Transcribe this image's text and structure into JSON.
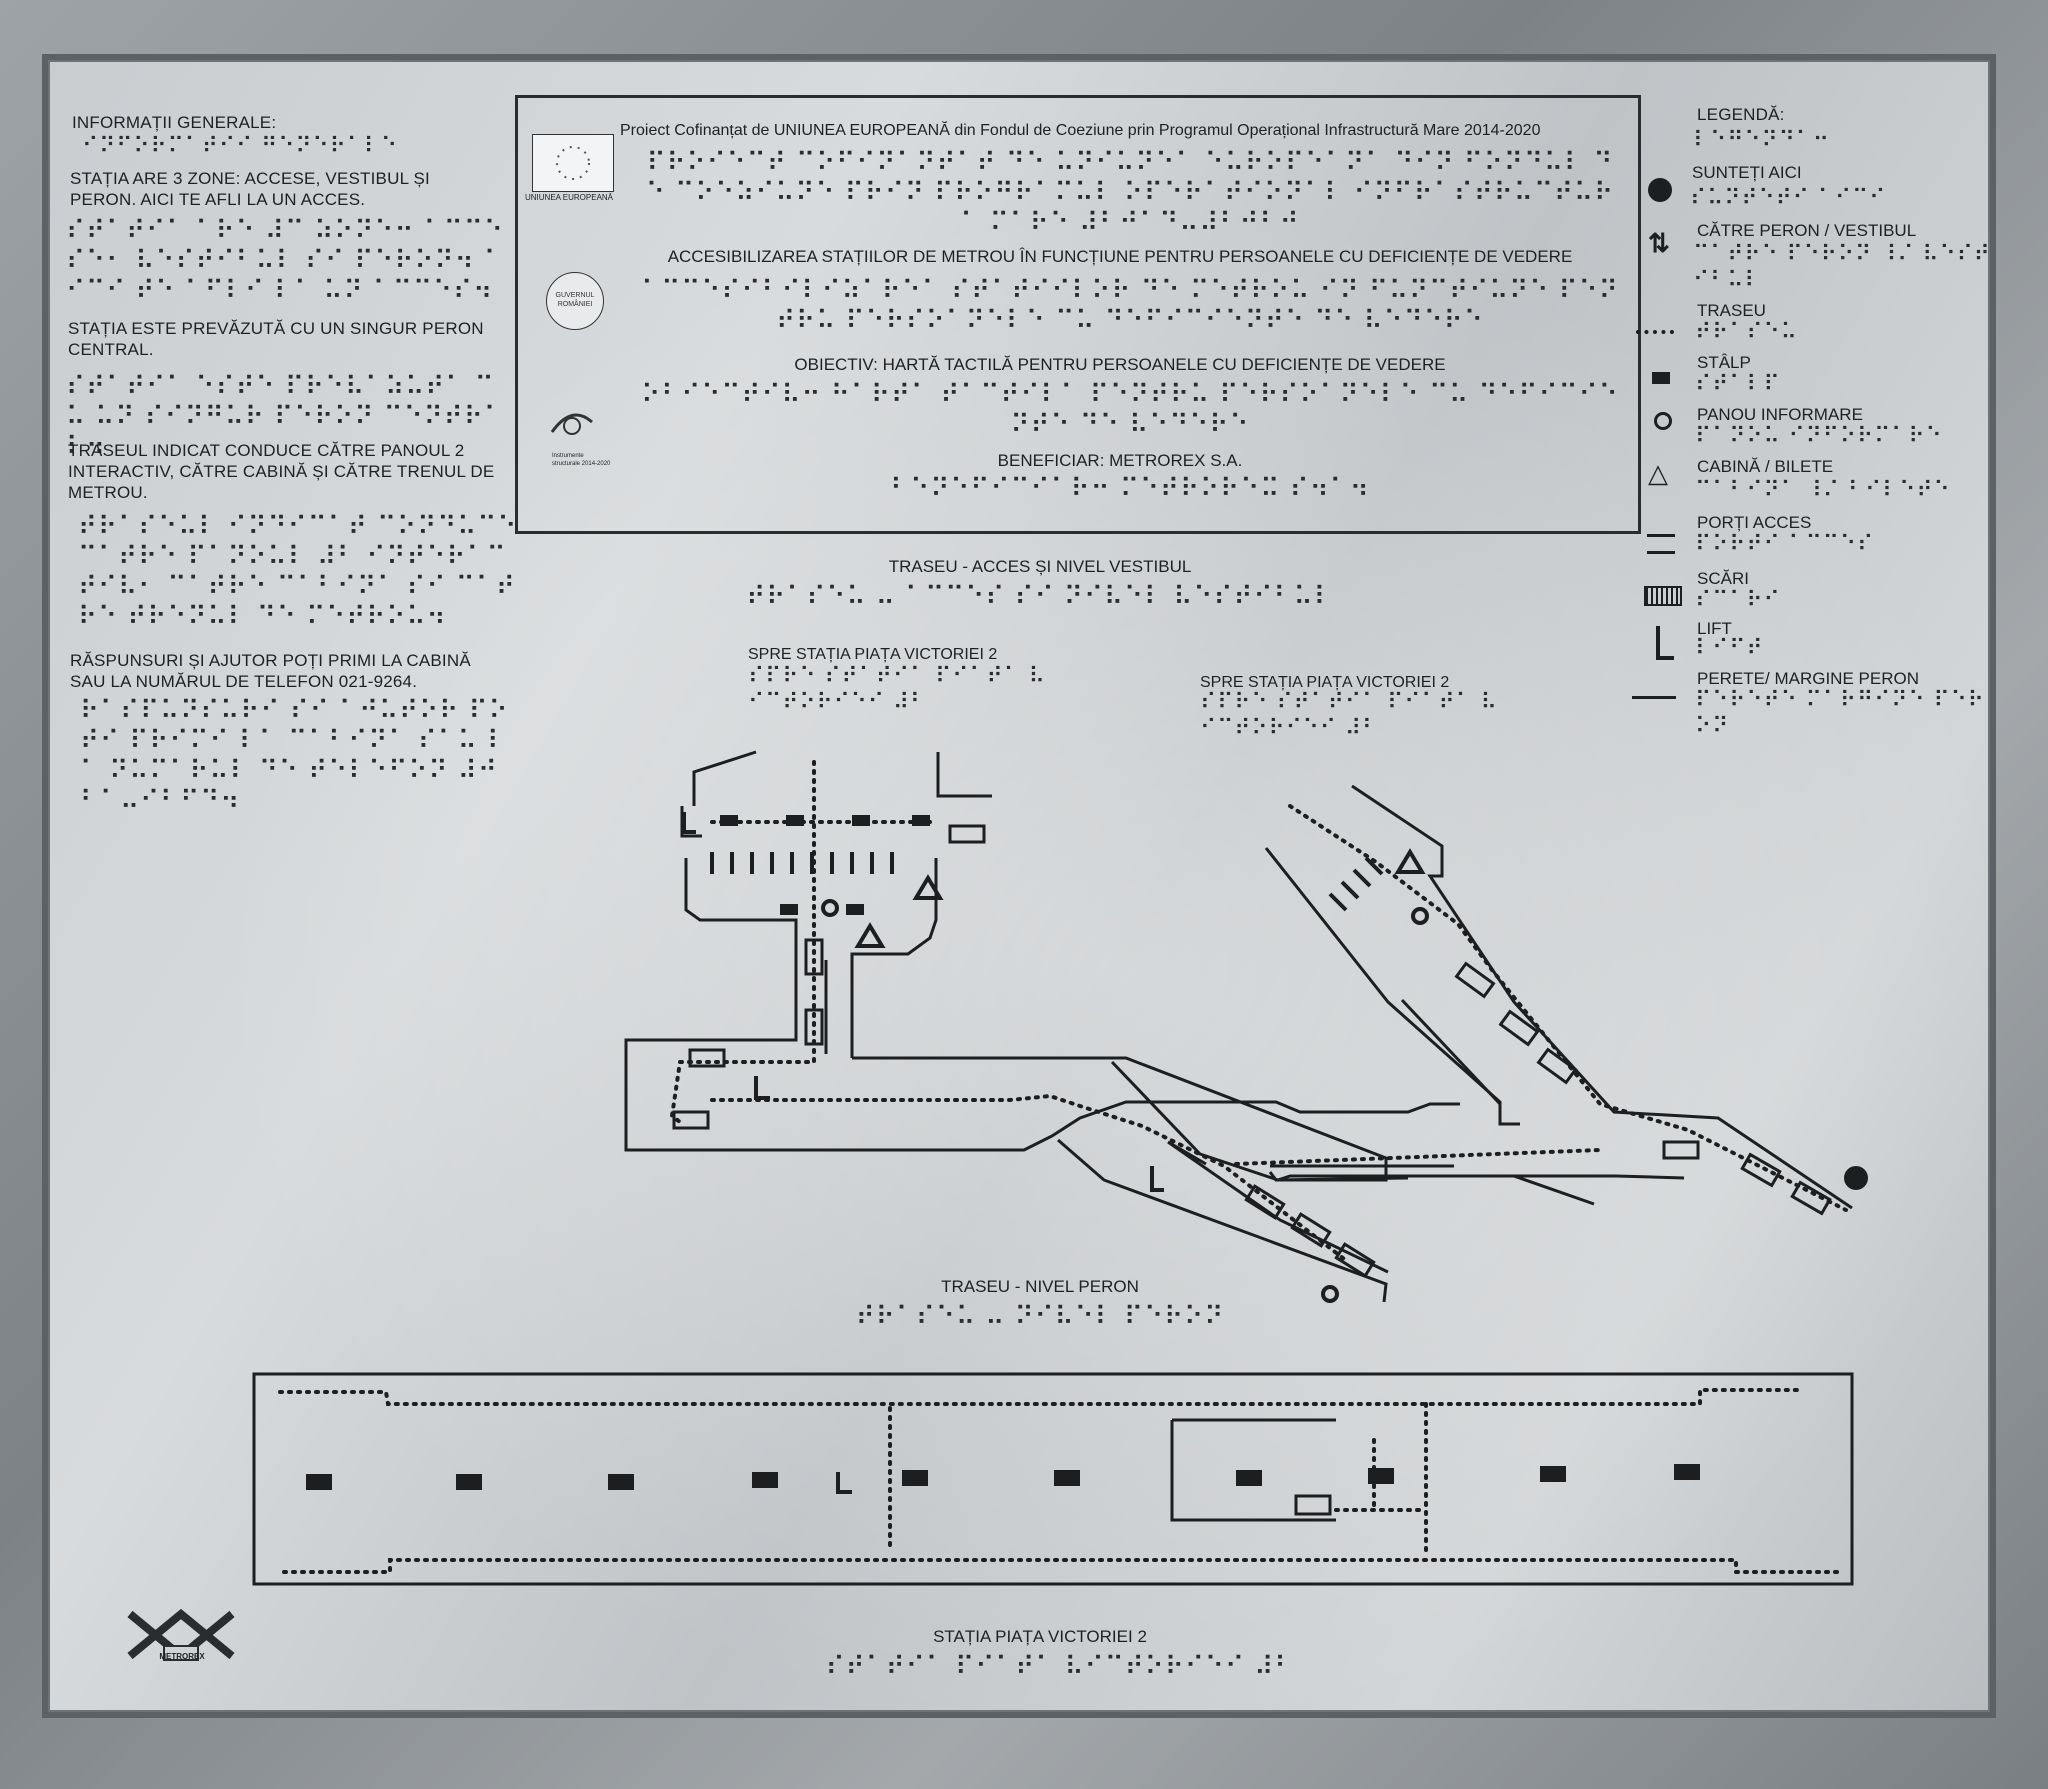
{
  "general": {
    "heading": "INFORMAȚII GENERALE:",
    "braille_heading": "⠊⠝⠋⠕⠗⠍⠁⠞⠊⠊ ⠛⠑⠝⠑⠗⠁⠇⠑",
    "p1": "STAȚIA ARE 3 ZONE: ACCESE, VESTIBUL ȘI PERON. AICI TE AFLI LA UN ACCES.",
    "p1_braille": "⠎⠞⠁⠞⠊⠁ ⠁⠗⠑ ⠼⠉ ⠵⠕⠝⠑⠒ ⠁⠉⠉⠑⠎⠑⠂ ⠧⠑⠎⠞⠊⠃⠥⠇ ⠎⠊ ⠏⠑⠗⠕⠝⠲ ⠁⠊⠉⠊ ⠞⠑ ⠁⠋⠇⠊ ⠇⠁ ⠥⠝ ⠁⠉⠉⠑⠎⠲",
    "p2": "STAȚIA ESTE PREVĂZUTĂ CU UN SINGUR PERON CENTRAL.",
    "p2_braille": "⠎⠞⠁⠞⠊⠁ ⠑⠎⠞⠑ ⠏⠗⠑⠧⠁⠵⠥⠞⠁ ⠉⠥ ⠥⠝ ⠎⠊⠝⠛⠥⠗ ⠏⠑⠗⠕⠝ ⠉⠑⠝⠞⠗⠁⠇⠲",
    "p3": "TRASEUL INDICAT  CONDUCE CĂTRE PANOUL 2 INTERACTIV, CĂTRE CABINĂ  ȘI CĂTRE TRENUL DE METROU.",
    "p3_braille": "⠞⠗⠁⠎⠑⠥⠇ ⠊⠝⠙⠊⠉⠁⠞ ⠉⠕⠝⠙⠥⠉⠑ ⠉⠁⠞⠗⠑ ⠏⠁⠝⠕⠥⠇ ⠼⠃ ⠊⠝⠞⠑⠗⠁⠉⠞⠊⠧⠂ ⠉⠁⠞⠗⠑ ⠉⠁⠃⠊⠝⠁ ⠎⠊ ⠉⠁⠞⠗⠑ ⠞⠗⠑⠝⠥⠇ ⠙⠑ ⠍⠑⠞⠗⠕⠥⠲",
    "p4": "RĂSPUNSURI ȘI AJUTOR POȚI PRIMI LA CABINĂ SAU LA NUMĂRUL DE TELEFON 021-9264.",
    "p4_braille": "⠗⠁⠎⠏⠥⠝⠎⠥⠗⠊ ⠎⠊ ⠁⠚⠥⠞⠕⠗ ⠏⠕⠞⠊ ⠏⠗⠊⠍⠊ ⠇⠁ ⠉⠁⠃⠊⠝⠁ ⠎⠁⠥ ⠇⠁ ⠝⠥⠍⠁⠗⠥⠇ ⠙⠑ ⠞⠑⠇⠑⠋⠕⠝ ⠼⠚⠃⠁⠤⠊⠃⠋⠙⠲"
  },
  "project": {
    "title": "Proiect Cofinanțat de UNIUNEA EUROPEANĂ din Fondul de Coeziune prin Programul Operațional Infrastructură Mare 2014-2020",
    "title_braille": "⠏⠗⠕⠊⠑⠉⠞ ⠉⠕⠋⠊⠝⠁⠝⠞⠁⠞ ⠙⠑ ⠥⠝⠊⠥⠝⠑⠁ ⠑⠥⠗⠕⠏⠑⠁⠝⠁ ⠙⠊⠝ ⠋⠕⠝⠙⠥⠇ ⠙⠑ ⠉⠕⠑⠵⠊⠥⠝⠑ ⠏⠗⠊⠝ ⠏⠗⠕⠛⠗⠁⠍⠥⠇ ⠕⠏⠑⠗⠁⠞⠊⠕⠝⠁⠇ ⠊⠝⠋⠗⠁⠎⠞⠗⠥⠉⠞⠥⠗⠁ ⠍⠁⠗⠑ ⠼⠃⠚⠁⠙⠤⠼⠃⠚⠃⠚",
    "eu_label": "UNIUNEA EUROPEANĂ",
    "gov_label": "GUVERNUL ROMÂNIEI",
    "funds_label": "Instrumente structurale 2014-2020",
    "accessibility": "ACCESIBILIZAREA STAȚIILOR DE METROU ÎN FUNCȚIUNE PENTRU PERSOANELE CU DEFICIENȚE DE VEDERE",
    "accessibility_braille": "⠁⠉⠉⠑⠎⠊⠃⠊⠇⠊⠵⠁⠗⠑⠁ ⠎⠞⠁⠞⠊⠊⠇⠕⠗ ⠙⠑ ⠍⠑⠞⠗⠕⠥ ⠊⠝ ⠋⠥⠝⠉⠞⠊⠥⠝⠑ ⠏⠑⠝⠞⠗⠥ ⠏⠑⠗⠎⠕⠁⠝⠑⠇⠑ ⠉⠥ ⠙⠑⠋⠊⠉⠊⠑⠝⠞⠑ ⠙⠑ ⠧⠑⠙⠑⠗⠑",
    "objective": "OBIECTIV: HARTĂ TACTILĂ PENTRU PERSOANELE CU DEFICIENȚE DE VEDERE",
    "objective_braille": "⠕⠃⠊⠑⠉⠞⠊⠧⠒ ⠓⠁⠗⠞⠁ ⠞⠁⠉⠞⠊⠇⠁ ⠏⠑⠝⠞⠗⠥ ⠏⠑⠗⠎⠕⠁⠝⠑⠇⠑ ⠉⠥ ⠙⠑⠋⠊⠉⠊⠑⠝⠞⠑ ⠙⠑ ⠧⠑⠙⠑⠗⠑",
    "beneficiary": "BENEFICIAR: METROREX S.A.",
    "beneficiary_braille": "⠃⠑⠝⠑⠋⠊⠉⠊⠁⠗⠒ ⠍⠑⠞⠗⠕⠗⠑⠭ ⠎⠲⠁⠲"
  },
  "legend": {
    "heading": "LEGENDĂ:",
    "heading_braille": "⠇⠑⠛⠑⠝⠙⠁⠒",
    "items": [
      {
        "label": "SUNTEȚI AICI",
        "braille": "⠎⠥⠝⠞⠑⠞⠊ ⠁⠊⠉⠊"
      },
      {
        "label": "CĂTRE PERON / VESTIBUL",
        "braille": "⠉⠁⠞⠗⠑ ⠏⠑⠗⠕⠝ ⠸⠌ ⠧⠑⠎⠞⠊⠃⠥⠇"
      },
      {
        "label": "TRASEU",
        "braille": "⠞⠗⠁⠎⠑⠥"
      },
      {
        "label": "STÂLP",
        "braille": "⠎⠞⠁⠇⠏"
      },
      {
        "label": "PANOU  INFORMARE",
        "braille": "⠏⠁⠝⠕⠥ ⠊⠝⠋⠕⠗⠍⠁⠗⠑"
      },
      {
        "label": "CABINĂ / BILETE",
        "braille": "⠉⠁⠃⠊⠝⠁ ⠸⠌ ⠃⠊⠇⠑⠞⠑"
      },
      {
        "label": "PORȚI ACCES",
        "braille": "⠏⠕⠗⠞⠊ ⠁⠉⠉⠑⠎"
      },
      {
        "label": "SCĂRI",
        "braille": "⠎⠉⠁⠗⠊"
      },
      {
        "label": "LIFT",
        "braille": "⠇⠊⠋⠞"
      },
      {
        "label": "PERETE/ MARGINE PERON",
        "braille": "⠏⠑⠗⠑⠞⠑ ⠍⠁⠗⠛⠊⠝⠑ ⠏⠑⠗⠕⠝"
      }
    ]
  },
  "map": {
    "access_title": "TRASEU - ACCES ȘI NIVEL VESTIBUL",
    "access_braille": "⠞⠗⠁⠎⠑⠥ ⠤ ⠁⠉⠉⠑⠎ ⠎⠊ ⠝⠊⠧⠑⠇ ⠧⠑⠎⠞⠊⠃⠥⠇",
    "exit1_label": "SPRE STAȚIA PIAȚA VICTORIEI 2",
    "exit1_braille": "⠎⠏⠗⠑ ⠎⠞⠁⠞⠊⠁ ⠏⠊⠁⠞⠁ ⠧⠊⠉⠞⠕⠗⠊⠑⠊ ⠼⠃",
    "exit2_label": "SPRE STAȚIA PIAȚA VICTORIEI 2",
    "exit2_braille": "⠎⠏⠗⠑ ⠎⠞⠁⠞⠊⠁ ⠏⠊⠁⠞⠁ ⠧⠊⠉⠞⠕⠗⠊⠑⠊ ⠼⠃",
    "platform_title": "TRASEU - NIVEL PERON",
    "platform_braille": "⠞⠗⠁⠎⠑⠥ ⠤ ⠝⠊⠧⠑⠇ ⠏⠑⠗⠕⠝",
    "station_title": "STAȚIA PIAȚA VICTORIEI 2",
    "station_braille": "⠎⠞⠁⠞⠊⠁ ⠏⠊⠁⠞⠁ ⠧⠊⠉⠞⠕⠗⠊⠑⠊ ⠼⠃",
    "logo_label": "METROREX"
  }
}
